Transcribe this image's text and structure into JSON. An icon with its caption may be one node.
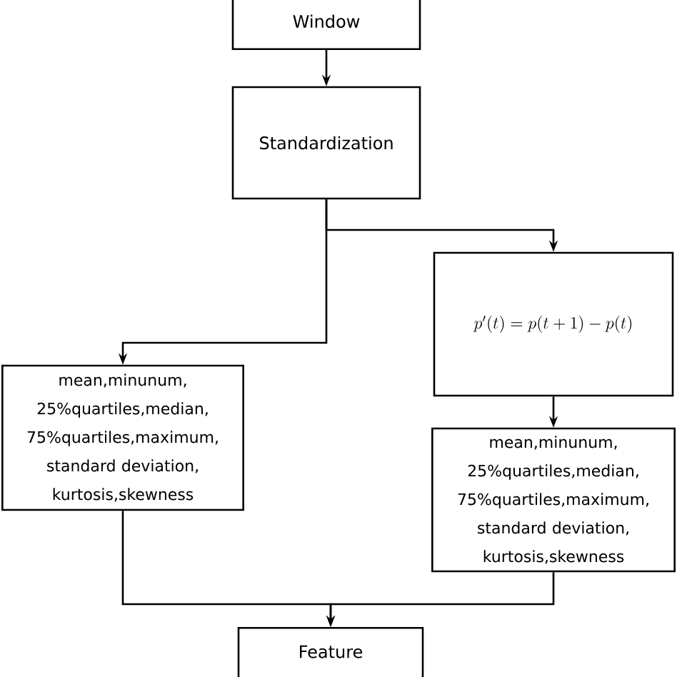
{
  "diagram": {
    "nodes": [
      {
        "text": [
          "Window"
        ]
      },
      {
        "text": [
          "Standardization"
        ]
      },
      {
        "text": [
          "p'(t)=p(t+1)-p(t)"
        ]
      },
      {
        "text": [
          "mean,minunum, 25%quartiles,median, 75%quartiles,maximum, standard deviation, kurtosis,skewness"
        ]
      },
      {
        "text": [
          "mean,minunum, 25%quartiles,median, 75%quartiles,maximum, standard deviation, kurtosis,skewness"
        ]
      },
      {
        "text": [
          "Feature"
        ]
      }
    ],
    "edges": [
      {
        "from": 0,
        "to": 1,
        "arrow": "to"
      },
      {
        "from": 1,
        "to": 2,
        "arrow": "to"
      },
      {
        "from": 1,
        "to": 3,
        "arrow": "to"
      },
      {
        "from": 2,
        "to": 4,
        "arrow": "to"
      },
      {
        "from": 3,
        "to": 5,
        "arrow": "to"
      },
      {
        "from": 4,
        "to": 5,
        "arrow": "to"
      }
    ]
  }
}
